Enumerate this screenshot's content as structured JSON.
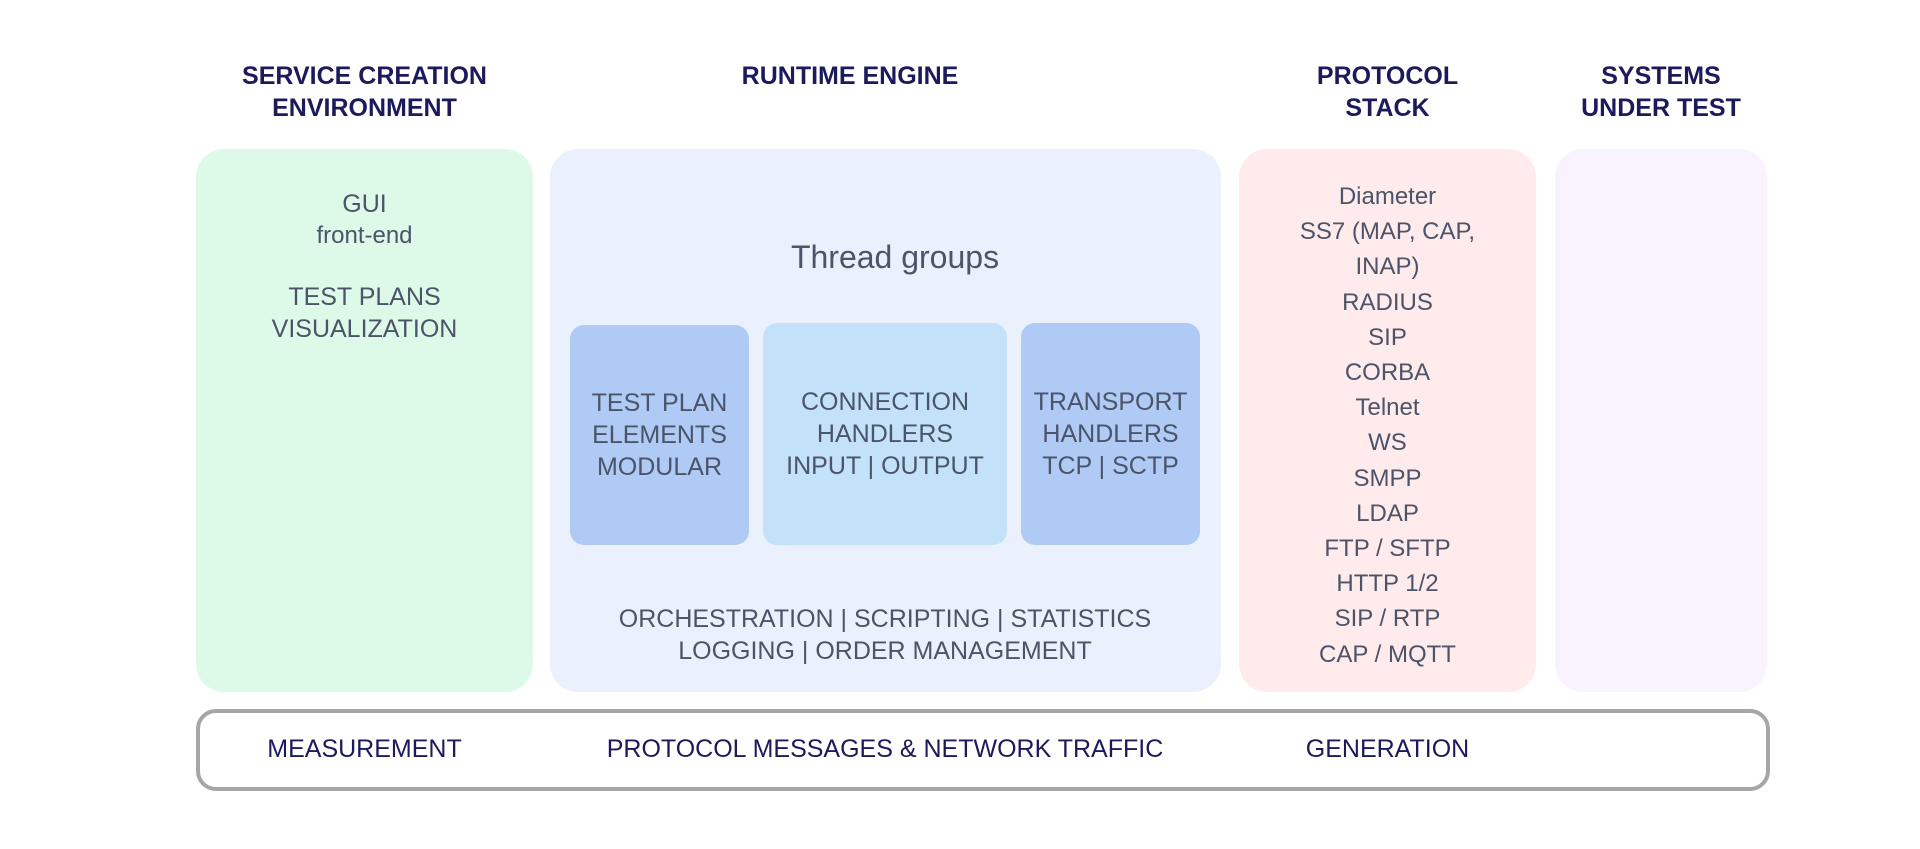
{
  "headings": {
    "sce": [
      "SERVICE CREATION",
      "ENVIRONMENT"
    ],
    "runtime": [
      "RUNTIME ENGINE"
    ],
    "protocol": [
      "PROTOCOL",
      "STACK"
    ],
    "sut": [
      "SYSTEMS",
      "UNDER TEST"
    ]
  },
  "sce": {
    "gui": [
      "GUI",
      "front-end"
    ],
    "viz": [
      "TEST PLANS",
      "VISUALIZATION"
    ]
  },
  "runtime": {
    "thread_groups": "Thread groups",
    "boxes": [
      {
        "lines": [
          "TEST PLAN",
          "ELEMENTS",
          "MODULAR"
        ]
      },
      {
        "lines": [
          "CONNECTION",
          "HANDLERS",
          "INPUT | OUTPUT"
        ]
      },
      {
        "lines": [
          "TRANSPORT",
          "HANDLERS",
          "TCP | SCTP"
        ]
      }
    ],
    "footer": [
      "ORCHESTRATION | SCRIPTING | STATISTICS",
      "LOGGING | ORDER MANAGEMENT"
    ]
  },
  "protocol_stack": {
    "items": [
      "Diameter",
      "SS7 (MAP, CAP,",
      "INAP)",
      "RADIUS",
      "SIP",
      "CORBA",
      "Telnet",
      "WS",
      "SMPP",
      "LDAP",
      "FTP / SFTP",
      "HTTP 1/2",
      "SIP / RTP",
      "CAP / MQTT"
    ]
  },
  "bottom_bar": {
    "measurement": "MEASUREMENT",
    "traffic": "PROTOCOL MESSAGES & NETWORK TRAFFIC",
    "generation": "GENERATION"
  },
  "colors": {
    "heading": "#1b1a5c",
    "body_text": "#4b5468",
    "sce_bg": "#ddfae8",
    "runtime_bg": "#eaf0fc",
    "box_dark": "#afcaf4",
    "box_light": "#c3e1f9",
    "protocol_bg": "#ffebec",
    "sut_bg": "#f8f3fe",
    "bar_border": "#a6a6a6"
  }
}
